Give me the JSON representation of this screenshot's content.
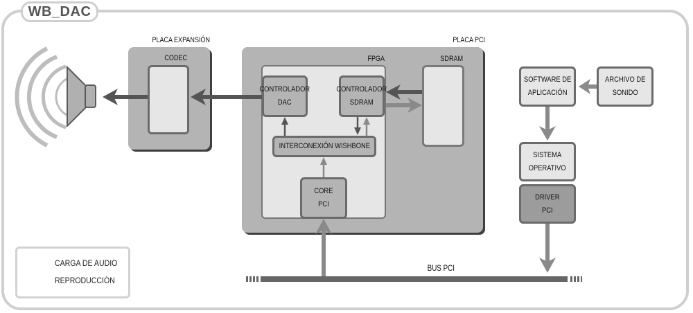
{
  "title": "WB_DAC",
  "colors": {
    "carga_audio": "#8a8a8a",
    "reproduccion": "#555555",
    "frame": "#cfcfcf",
    "board": "#b4b4b4",
    "inner_light": "#e6e6e6",
    "driver": "#9c9c9c"
  },
  "blocks": {
    "placa_expansion": {
      "label": "PLACA EXPANSIÓN",
      "codec_label": "CODEC"
    },
    "placa_pci": {
      "label": "PLACA PCI",
      "fpga_label": "FPGA",
      "sdram_label": "SDRAM",
      "controlador_dac": [
        "CONTROLADOR",
        "DAC"
      ],
      "controlador_sdram": [
        "CONTROLADOR",
        "SDRAM"
      ],
      "interconexion": "INTERCONEXIÓN WISHBONE",
      "core_pci": [
        "CORE",
        "PCI"
      ]
    },
    "software": [
      "SOFTWARE DE",
      "APLICACIÓN"
    ],
    "archivo": [
      "ARCHIVO DE",
      "SONIDO"
    ],
    "sistema": [
      "SISTEMA",
      "OPERATIVO"
    ],
    "driver": [
      "DRIVER",
      "PCI"
    ],
    "bus_label": "BUS PCI",
    "speaker_icon": "speaker-icon"
  },
  "legend": {
    "items": [
      {
        "label": "CARGA DE AUDIO",
        "type": "carga_audio"
      },
      {
        "label": "REPRODUCCIÓN",
        "type": "reproduccion"
      }
    ]
  }
}
